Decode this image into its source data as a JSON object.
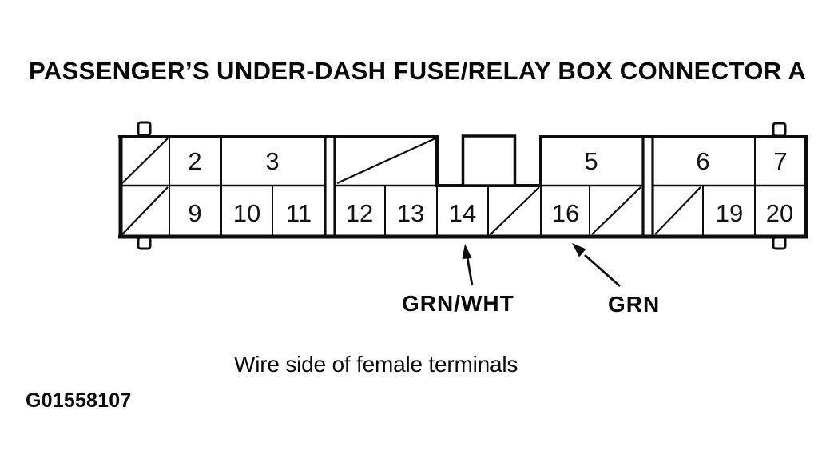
{
  "title": "PASSENGER’S UNDER-DASH FUSE/RELAY BOX CONNECTOR A",
  "connector": {
    "id": "A",
    "top_row": [
      {
        "t": "slash",
        "label": ""
      },
      {
        "t": "num",
        "label": "2"
      },
      {
        "t": "num",
        "label": "3"
      },
      {
        "t": "slash",
        "label": ""
      },
      {
        "t": "blank",
        "label": ""
      },
      {
        "t": "num",
        "label": "5"
      },
      {
        "t": "num",
        "label": "6"
      },
      {
        "t": "num",
        "label": "7"
      }
    ],
    "bottom_row": [
      {
        "t": "slash",
        "label": ""
      },
      {
        "t": "num",
        "label": "9"
      },
      {
        "t": "num",
        "label": "10"
      },
      {
        "t": "num",
        "label": "11"
      },
      {
        "t": "num",
        "label": "12"
      },
      {
        "t": "num",
        "label": "13"
      },
      {
        "t": "num",
        "label": "14"
      },
      {
        "t": "slash",
        "label": ""
      },
      {
        "t": "num",
        "label": "16"
      },
      {
        "t": "slash",
        "label": ""
      },
      {
        "t": "slash",
        "label": ""
      },
      {
        "t": "num",
        "label": "19"
      },
      {
        "t": "num",
        "label": "20"
      }
    ]
  },
  "wire_annotations": [
    {
      "label": "GRN/WHT",
      "points_to": "terminal 14"
    },
    {
      "label": "GRN",
      "points_to": "terminal 16"
    }
  ],
  "caption": "Wire side of female terminals",
  "figure_code": "G01558107",
  "colors": {
    "ink": "#0d0d0d",
    "background": "#ffffff"
  }
}
